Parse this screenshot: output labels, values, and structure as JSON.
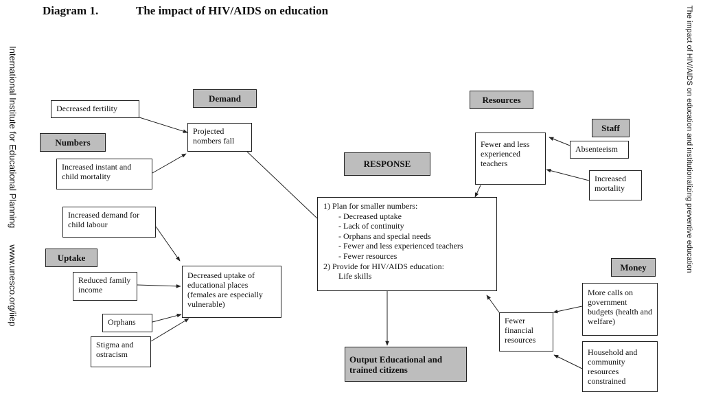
{
  "header": {
    "diagram_number": "Diagram 1.",
    "title": "The impact of HIV/AIDS on education"
  },
  "margins": {
    "left_org": "International Institute for Educational Planning",
    "left_url": "www.unesco.org/iiep",
    "right_running_title": "The impact of HIV/AIDS on education and institutionalizing preventive education"
  },
  "categories": {
    "demand": "Demand",
    "numbers": "Numbers",
    "uptake": "Uptake",
    "resources": "Resources",
    "staff": "Staff",
    "money": "Money",
    "response": "RESPONSE",
    "output": "Output Educational and trained citizens"
  },
  "nodes": {
    "decreased_fertility": "Decreased fertility",
    "projected_numbers_fall": "Projected nombers fall",
    "infant_mortality": "Increased instant and child mortality",
    "child_labour": "Increased demand for child labour",
    "reduced_income": "Reduced family income",
    "orphans": "Orphans",
    "stigma": "Stigma and ostracism",
    "decreased_uptake": "Decreased uptake of educational places (females are especially vulnerable)",
    "fewer_teachers": "Fewer and less experienced teachers",
    "absenteeism": "Absenteeism",
    "increased_mortality": "Increased mortality",
    "fewer_financial": "Fewer financial resources",
    "more_calls": "More calls on government budgets (health and welfare)",
    "household_resources": "Household and community resources constrained"
  },
  "response_box": {
    "line1": "1)  Plan for smaller numbers:",
    "line2": "- Decreased uptake",
    "line3": "- Lack of continuity",
    "line4": "- Orphans and special needs",
    "line5": "- Fewer and less experienced teachers",
    "line6": "- Fewer resources",
    "line7": "2)  Provide for HIV/AIDS education:",
    "line8": "Life skills"
  }
}
